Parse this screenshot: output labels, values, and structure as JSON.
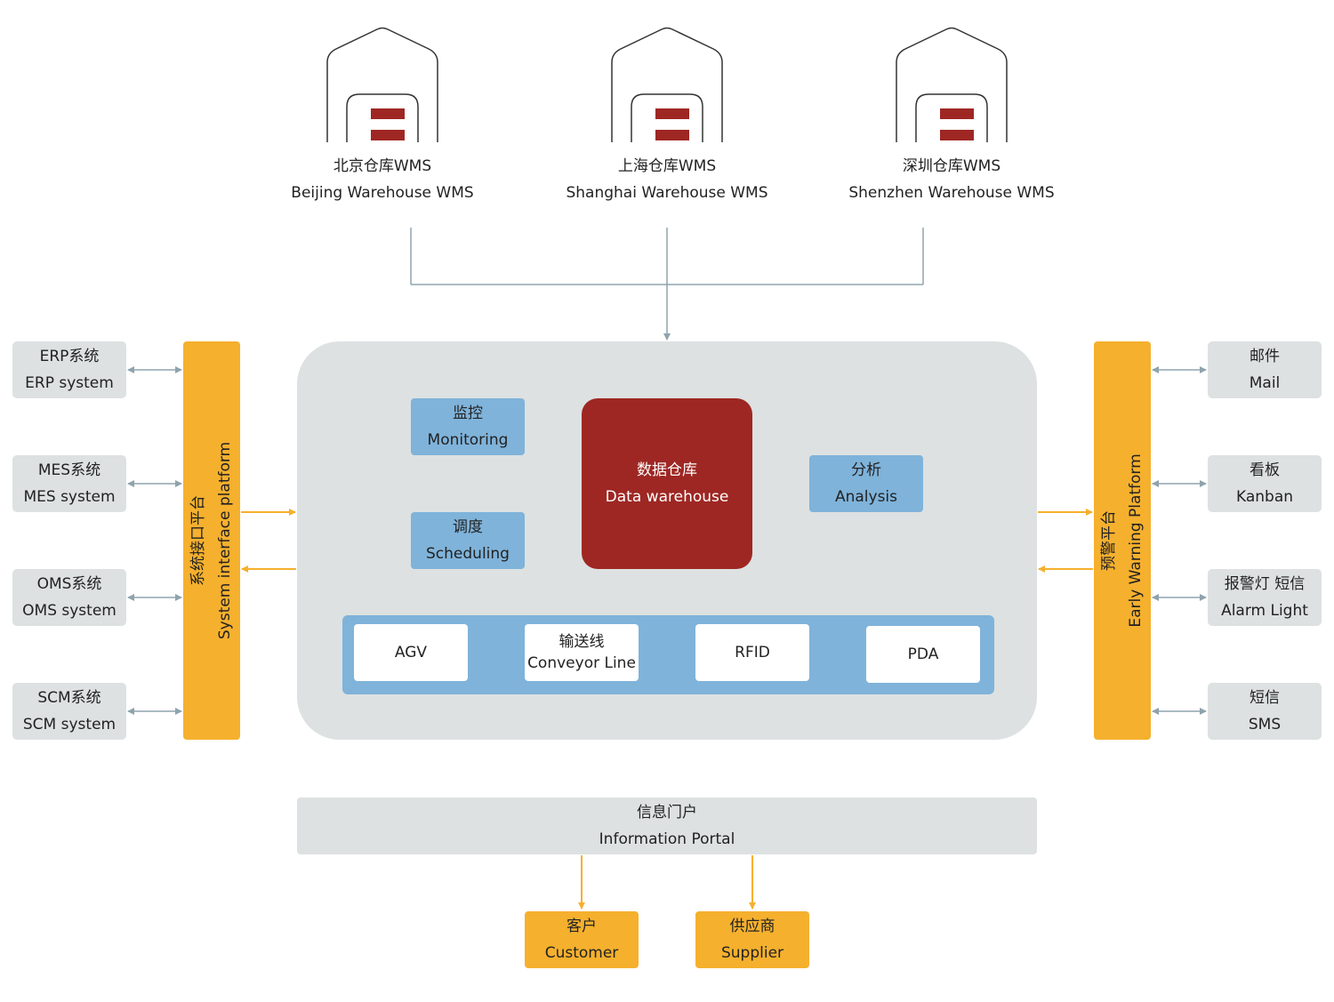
{
  "colors": {
    "accent_red": "#9e2723",
    "orange": "#f5b02e",
    "blue": "#7fb3da",
    "gray": "#dde1e1",
    "connector_gray": "#8fa3ad"
  },
  "warehouses": [
    {
      "zh": "北京仓库WMS",
      "en": "Beijing Warehouse WMS",
      "icon": "warehouse-icon"
    },
    {
      "zh": "上海仓库WMS",
      "en": "Shanghai Warehouse WMS",
      "icon": "warehouse-icon"
    },
    {
      "zh": "深圳仓库WMS",
      "en": "Shenzhen Warehouse WMS",
      "icon": "warehouse-icon"
    }
  ],
  "left_systems": [
    {
      "zh": "ERP系统",
      "en": "ERP system"
    },
    {
      "zh": "MES系统",
      "en": "MES system"
    },
    {
      "zh": "OMS系统",
      "en": "OMS system"
    },
    {
      "zh": "SCM系统",
      "en": "SCM system"
    }
  ],
  "left_platform": {
    "zh": "系统接口平台",
    "en": "System interface platform"
  },
  "right_platform": {
    "zh": "预警平台",
    "en": "Early Warning Platform"
  },
  "right_channels": [
    {
      "zh": "邮件",
      "en": "Mail"
    },
    {
      "zh": "看板",
      "en": "Kanban"
    },
    {
      "zh": "报警灯 短信",
      "en": "Alarm Light"
    },
    {
      "zh": "短信",
      "en": "SMS"
    }
  ],
  "modules": {
    "monitoring": {
      "zh": "监控",
      "en": "Monitoring"
    },
    "scheduling": {
      "zh": "调度",
      "en": "Scheduling"
    },
    "analysis": {
      "zh": "分析",
      "en": "Analysis"
    },
    "data_warehouse": {
      "zh": "数据仓库",
      "en": "Data warehouse"
    }
  },
  "devices": [
    {
      "label": "AGV"
    },
    {
      "zh": "输送线",
      "en": "Conveyor Line"
    },
    {
      "label": "RFID"
    },
    {
      "label": "PDA"
    }
  ],
  "portal": {
    "zh": "信息门户",
    "en": "Information Portal"
  },
  "endpoints": [
    {
      "zh": "客户",
      "en": "Customer"
    },
    {
      "zh": "供应商",
      "en": "Supplier"
    }
  ]
}
